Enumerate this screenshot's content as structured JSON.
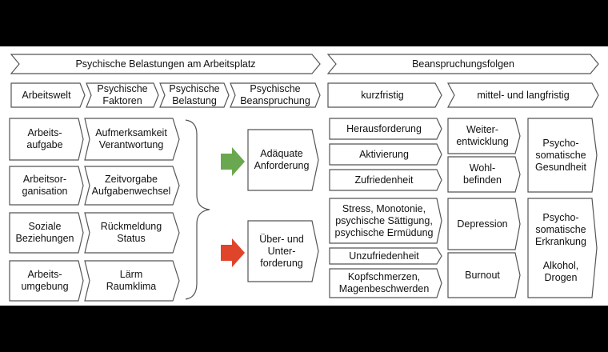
{
  "colors": {
    "background": "#000000",
    "panel": "#ffffff",
    "stroke": "#555555",
    "text": "#111111",
    "arrow_green": "#6aa84f",
    "arrow_red": "#e0442a"
  },
  "top": {
    "left": "Psychische Belastungen am Arbeitsplatz",
    "right": "Beanspruchungsfolgen"
  },
  "headers": {
    "arbeitswelt": "Arbeitswelt",
    "faktoren": "Psychische\nFaktoren",
    "belastung": "Psychische\nBelastung",
    "beanspruchung": "Psychische\nBeanspruchung",
    "kurzfristig": "kurzfristig",
    "mittel": "mittel- und langfristig"
  },
  "arbeitswelt_items": [
    "Arbeits-\naufgabe",
    "Arbeitsor-\nganisation",
    "Soziale\nBeziehungen",
    "Arbeits-\numgebung"
  ],
  "faktoren_items": [
    "Aufmerksamkeit\nVerantwortung",
    "Zeitvorgabe\nAufgabenwechsel",
    "Rückmeldung\nStatus",
    "Lärm\nRaumklima"
  ],
  "beanspruchung": {
    "adaequat": "Adäquate\nAnforderung",
    "ueber": "Über- und\nUnter-\nforderung"
  },
  "kurz_positive": [
    "Herausforderung",
    "Aktivierung",
    "Zufriedenheit"
  ],
  "kurz_negative": [
    "Stress, Monotonie,\npsychische Sättigung,\npsychische Ermüdung",
    "Unzufriedenheit",
    "Kopfschmerzen,\nMagenbeschwerden"
  ],
  "mittel_positive": [
    "Weiter-\nentwicklung",
    "Wohl-\nbefinden"
  ],
  "mittel_negative": [
    "Depression",
    "Burnout"
  ],
  "lang_positive": "Psycho-\nsomatische\nGesundheit",
  "lang_negative": "Psycho-\nsomatische\nErkrankung\n\nAlkohol,\nDrogen"
}
